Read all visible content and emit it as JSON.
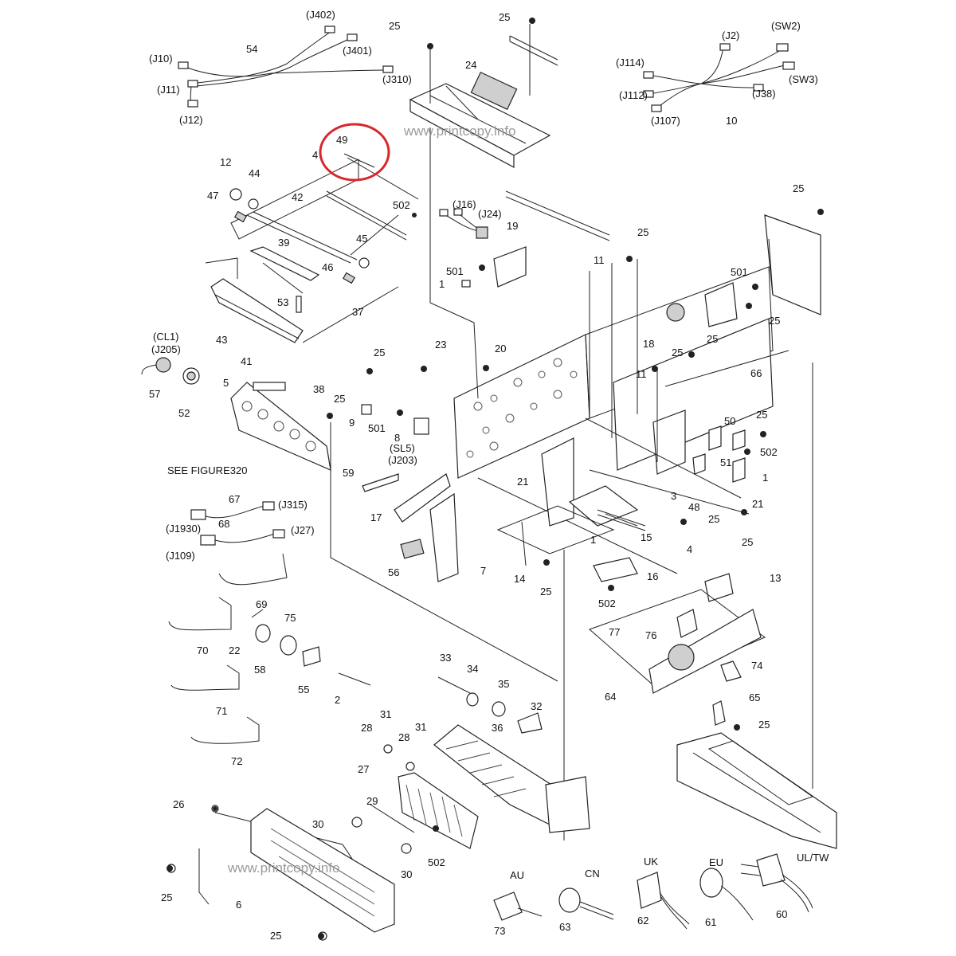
{
  "watermark_top": "www.printcopy.info",
  "watermark_bottom": "www.printcopy.info",
  "note": "SEE FIGURE320",
  "highlight_color": "#d9262c",
  "highlighted_part": "49",
  "harness_labels": {
    "j402": "(J402)",
    "j401": "(J401)",
    "j10": "(J10)",
    "j11": "(J11)",
    "j12": "(J12)",
    "j310": "(J310)",
    "j2": "(J2)",
    "sw2": "(SW2)",
    "sw3": "(SW3)",
    "j114": "(J114)",
    "j112": "(J112)",
    "j107": "(J107)",
    "j38": "(J38)",
    "j16": "(J16)",
    "j24": "(J24)",
    "cl1": "(CL1)",
    "j205": "(J205)",
    "sl5": "(SL5)",
    "j203": "(J203)",
    "j315": "(J315)",
    "j1930": "(J1930)",
    "j27": "(J27)",
    "j109": "(J109)"
  },
  "plug_labels": {
    "au": "AU",
    "cn": "CN",
    "uk": "UK",
    "eu": "EU",
    "ultw": "UL/TW"
  },
  "callouts": {
    "c25a": "25",
    "c25b": "25",
    "c24": "24",
    "c54": "54",
    "c10": "10",
    "c49": "49",
    "c4a": "4",
    "c12": "12",
    "c44": "44",
    "c42": "42",
    "c47": "47",
    "c502a": "502",
    "c45": "45",
    "c39": "39",
    "c46": "46",
    "c53": "53",
    "c43": "43",
    "c37": "37",
    "c19": "19",
    "c501a": "501",
    "c1a": "1",
    "c11a": "11",
    "c25c": "25",
    "c25d": "25",
    "c501b": "501",
    "c25e": "25",
    "c18": "18",
    "c23": "23",
    "c20": "20",
    "c25f": "25",
    "c25g": "25",
    "c25h": "25",
    "c11b": "11",
    "c66": "66",
    "c41": "41",
    "c57": "57",
    "c52": "52",
    "c5": "5",
    "c38": "38",
    "c25i": "25",
    "c9": "9",
    "c501c": "501",
    "c8": "8",
    "c50": "50",
    "c25j": "25",
    "c51": "51",
    "c502b": "502",
    "c1b": "1",
    "c59": "59",
    "c21a": "21",
    "c3": "3",
    "c48": "48",
    "c25k": "25",
    "c21b": "21",
    "c17": "17",
    "c15": "15",
    "c4b": "4",
    "c25l": "25",
    "c1c": "1",
    "c67": "67",
    "c68": "68",
    "c56": "56",
    "c7": "7",
    "c14": "14",
    "c25m": "25",
    "c16": "16",
    "c13": "13",
    "c502c": "502",
    "c69": "69",
    "c75": "75",
    "c70": "70",
    "c22": "22",
    "c77": "77",
    "c76": "76",
    "c58": "58",
    "c74": "74",
    "c55": "55",
    "c2": "2",
    "c33": "33",
    "c34": "34",
    "c35": "35",
    "c32": "32",
    "c64": "64",
    "c65": "65",
    "c71": "71",
    "c31a": "31",
    "c31b": "31",
    "c28a": "28",
    "c28b": "28",
    "c36": "36",
    "c25n": "25",
    "c72": "72",
    "c27": "27",
    "c29": "29",
    "c26": "26",
    "c30a": "30",
    "c30b": "30",
    "c502d": "502",
    "c25o": "25",
    "c6": "6",
    "c25p": "25",
    "c73": "73",
    "c63": "63",
    "c62": "62",
    "c61": "61",
    "c60": "60"
  }
}
